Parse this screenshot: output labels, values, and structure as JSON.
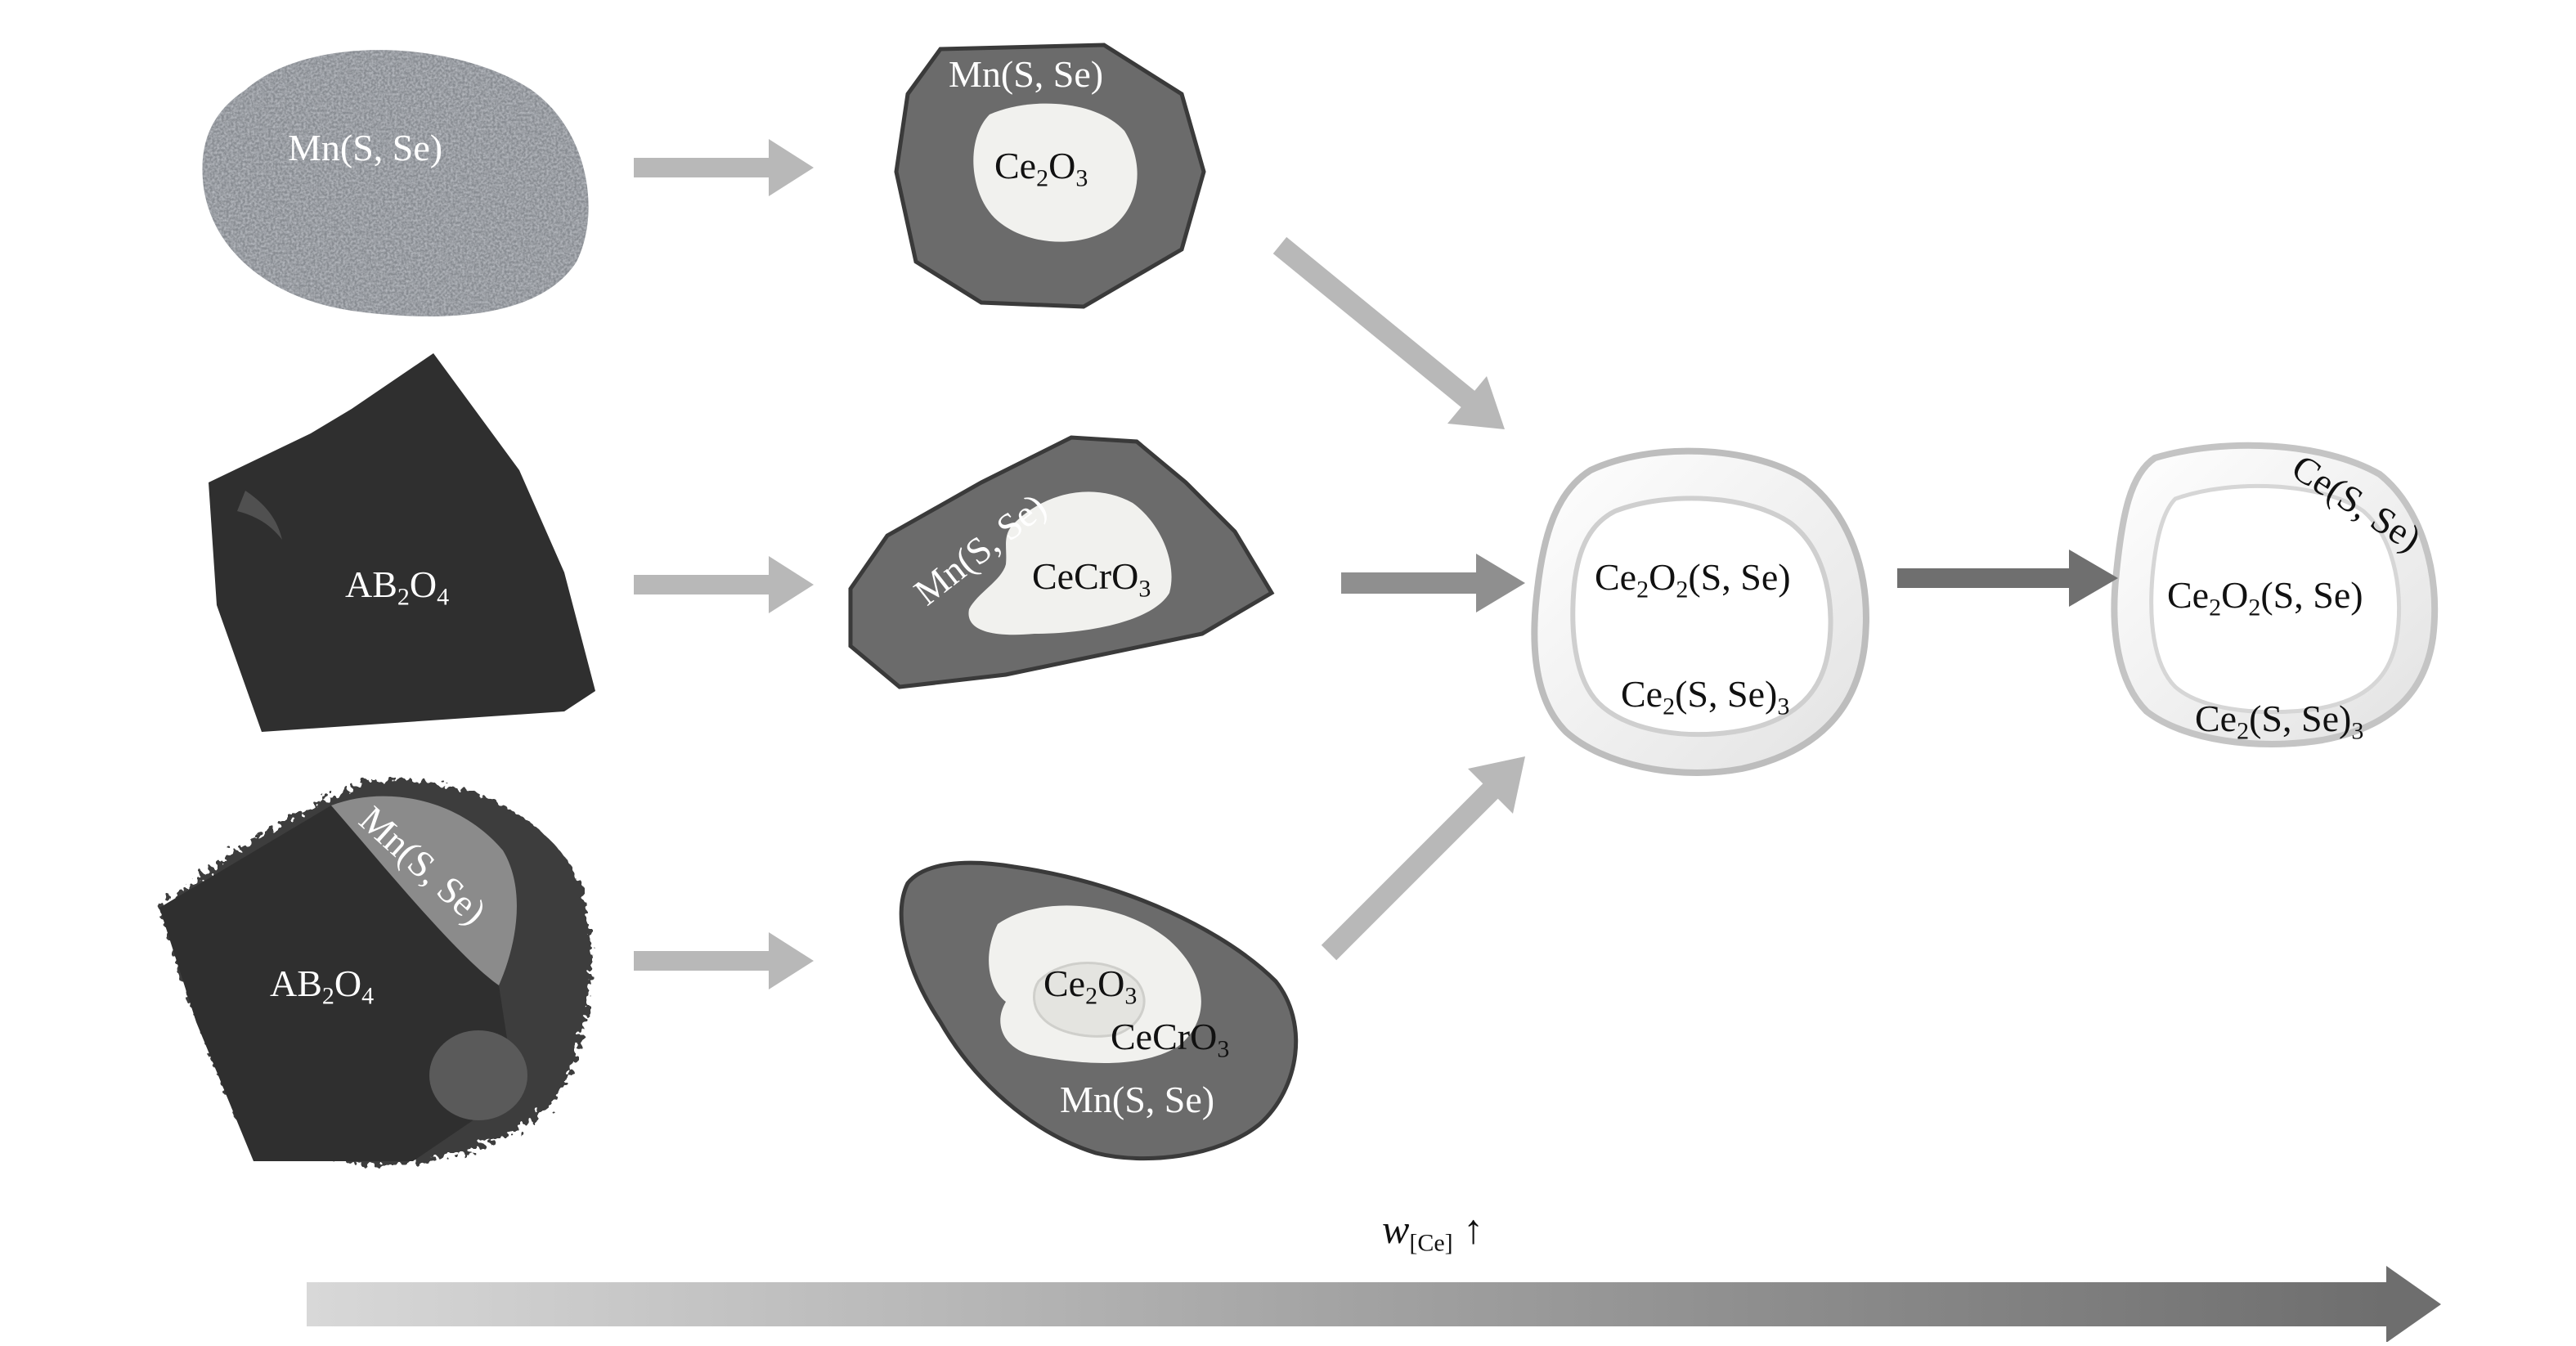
{
  "stage1": {
    "top_particle": "Mn(S, Se)",
    "middle_particle": "AB2O4",
    "bottom_particle_main": "AB2O4",
    "bottom_particle_rim": "Mn(S, Se)"
  },
  "stage2": {
    "top_shell": "Mn(S, Se)",
    "top_core": "Ce2O3",
    "middle_shell": "Mn(S, Se)",
    "middle_core": "CeCrO3",
    "bottom_core_inner": "Ce2O3",
    "bottom_core_outer": "CeCrO3",
    "bottom_shell": "Mn(S, Se)"
  },
  "stage3": {
    "inner": "Ce2O2(S, Se)",
    "outer": "Ce2(S, Se)3"
  },
  "stage4": {
    "surface": "Ce(S, Se)",
    "inner": "Ce2O2(S, Se)",
    "outer": "Ce2(S, Se)3"
  },
  "axis": {
    "label_symbol": "w",
    "label_subscript": "[Ce]",
    "label_arrow": "↑"
  },
  "colors": {
    "inclusion_dark": "#2f2f2f",
    "mns_gray": "#6b6b6b",
    "speckle_gray": "#878b91",
    "core_light": "#f1f1ee",
    "arrow_gray": "#b5b5b5",
    "arrow_dark": "#7a7a7a",
    "trend_start": "#d6d6d6",
    "trend_end": "#6e6e6e"
  }
}
